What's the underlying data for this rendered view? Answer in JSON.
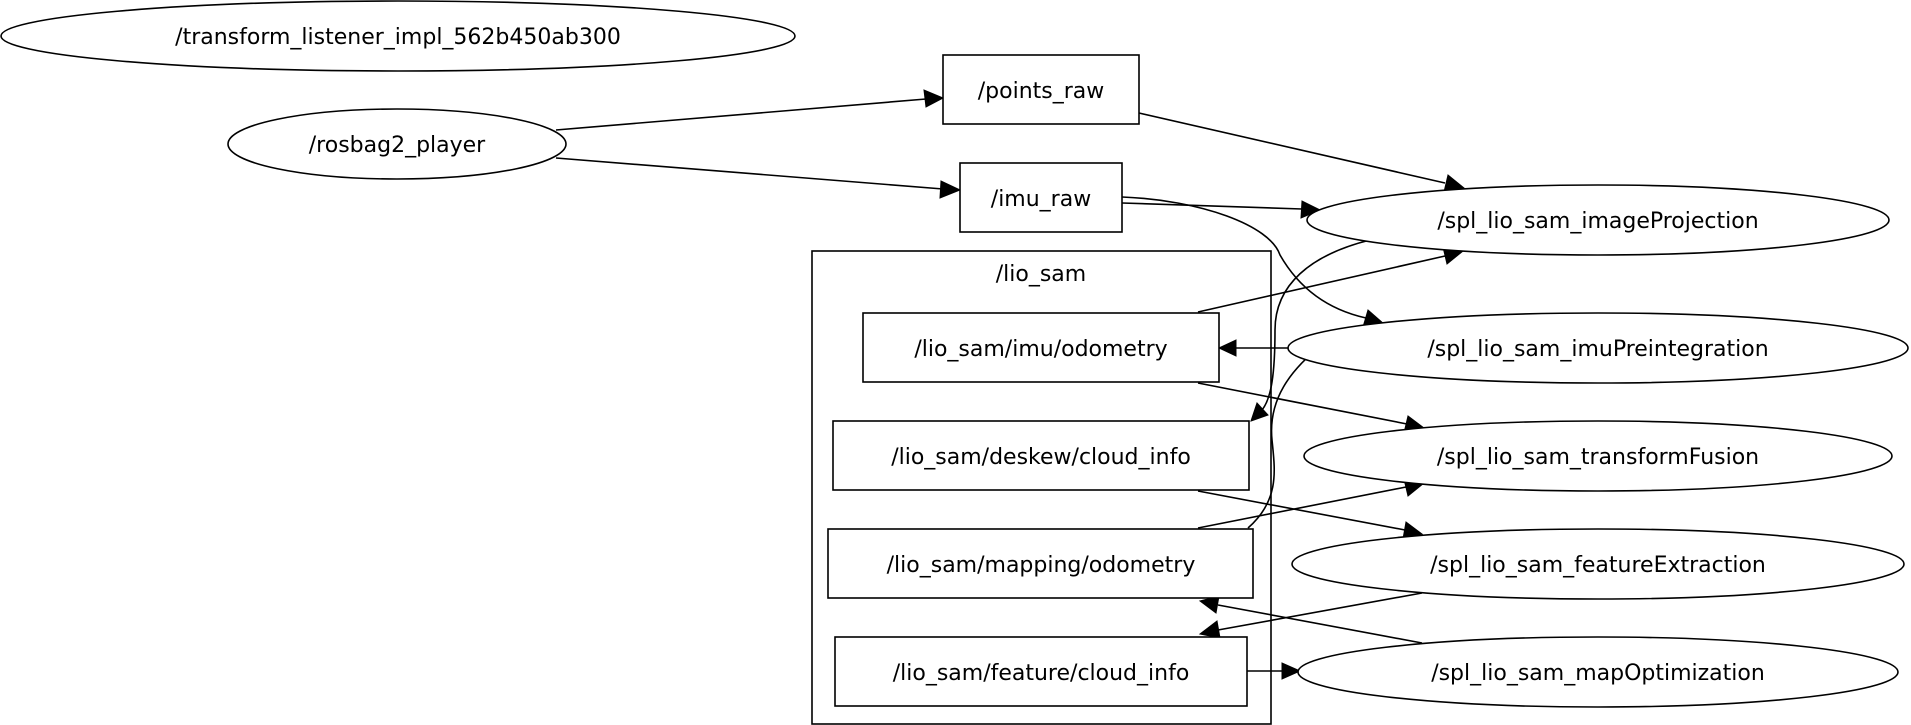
{
  "cluster": {
    "label": "/lio_sam"
  },
  "nodes": {
    "transform_listener": "/transform_listener_impl_562b450ab300",
    "rosbag2_player": "/rosbag2_player",
    "points_raw": "/points_raw",
    "imu_raw": "/imu_raw",
    "imu_odometry": "/lio_sam/imu/odometry",
    "deskew_cloud_info": "/lio_sam/deskew/cloud_info",
    "mapping_odometry": "/lio_sam/mapping/odometry",
    "feature_cloud_info": "/lio_sam/feature/cloud_info",
    "image_projection": "/spl_lio_sam_imageProjection",
    "imu_preintegration": "/spl_lio_sam_imuPreintegration",
    "transform_fusion": "/spl_lio_sam_transformFusion",
    "feature_extraction": "/spl_lio_sam_featureExtraction",
    "map_optimization": "/spl_lio_sam_mapOptimization"
  },
  "edges": [
    {
      "from": "rosbag2_player",
      "to": "points_raw"
    },
    {
      "from": "rosbag2_player",
      "to": "imu_raw"
    },
    {
      "from": "points_raw",
      "to": "image_projection"
    },
    {
      "from": "imu_raw",
      "to": "image_projection"
    },
    {
      "from": "imu_raw",
      "to": "imu_preintegration"
    },
    {
      "from": "imu_odometry",
      "to": "image_projection"
    },
    {
      "from": "imu_odometry",
      "to": "transform_fusion"
    },
    {
      "from": "imu_preintegration",
      "to": "imu_odometry"
    },
    {
      "from": "image_projection",
      "to": "deskew_cloud_info"
    },
    {
      "from": "deskew_cloud_info",
      "to": "feature_extraction"
    },
    {
      "from": "mapping_odometry",
      "to": "transform_fusion"
    },
    {
      "from": "mapping_odometry",
      "to": "imu_preintegration"
    },
    {
      "from": "feature_extraction",
      "to": "feature_cloud_info"
    },
    {
      "from": "map_optimization",
      "to": "mapping_odometry"
    },
    {
      "from": "feature_cloud_info",
      "to": "map_optimization"
    }
  ]
}
